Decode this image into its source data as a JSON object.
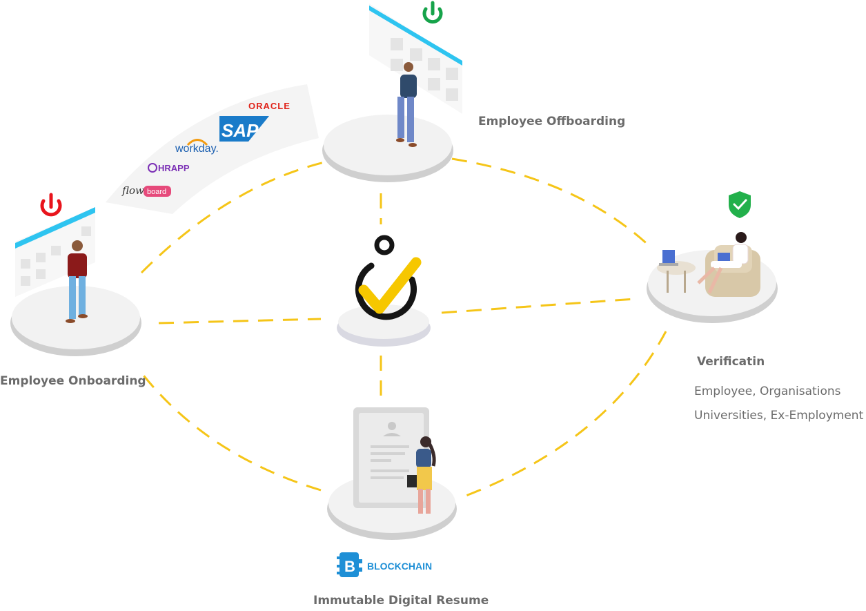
{
  "nodes": {
    "offboarding": {
      "label": "Employee Offboarding"
    },
    "onboarding": {
      "label": "Employee Onboarding"
    },
    "verification": {
      "label": "Verificatin",
      "details": [
        "Employee, Organisations",
        "Universities, Ex-Employment"
      ]
    },
    "resume": {
      "label": "Immutable Digital Resume"
    }
  },
  "integrations": {
    "logos": [
      "ORACLE",
      "SAP",
      "workday.",
      "HRAPP",
      "flow",
      "board"
    ]
  },
  "blockchain": {
    "label": "BLOCKCHAIN"
  },
  "icons": {
    "power_onboarding": "power-icon",
    "power_offboarding": "power-icon",
    "verified": "shield-check-icon",
    "center": "checkmark-logo-icon"
  },
  "colors": {
    "dash": "#f5c518",
    "power_red": "#e8141c",
    "power_green": "#16a34a",
    "shield_green": "#22b04b",
    "sap_blue": "#1a7bc9",
    "oracle_red": "#e0241b",
    "workday_blue": "#1b5fb0",
    "workday_orange": "#f39c12",
    "hrapp_purple": "#7b2fb5",
    "board_pink": "#e64a7b",
    "blockchain_blue": "#1e8fd6",
    "accent_cyan": "#2ec4f0",
    "center_yellow": "#f6c700",
    "platform": "#f2f2f2",
    "platform_edge": "#cfcfcf",
    "text": "#6b6b6b"
  }
}
